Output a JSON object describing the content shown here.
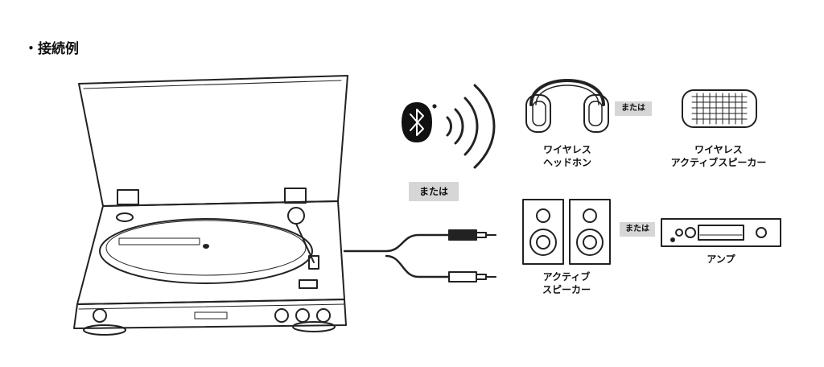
{
  "title": "・接続例",
  "or_label": "または",
  "labels": {
    "wireless_headphones": [
      "ワイヤレス",
      "ヘッドホン"
    ],
    "wireless_speaker": [
      "ワイヤレス",
      "アクティブスピーカー"
    ],
    "active_speakers": [
      "アクティブ",
      "スピーカー"
    ],
    "amplifier": [
      "アンプ"
    ]
  },
  "icons": [
    "turntable-icon",
    "bluetooth-icon",
    "wireless-waves-icon",
    "rca-cable-icon",
    "headphones-icon",
    "wireless-speaker-icon",
    "active-speakers-icon",
    "amplifier-icon"
  ]
}
